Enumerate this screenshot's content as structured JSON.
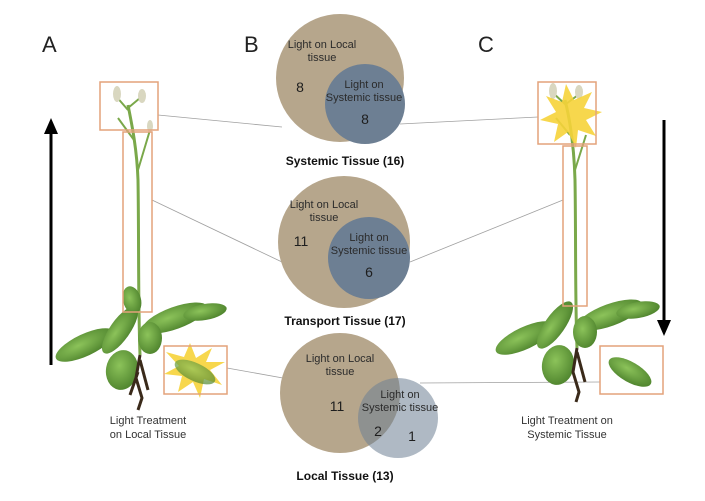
{
  "panels": {
    "a": "A",
    "b": "B",
    "c": "C"
  },
  "venn": [
    {
      "title": "Systemic Tissue (16)",
      "set_a_label": [
        "Light on Local",
        "tissue"
      ],
      "set_b_label": [
        "Light on",
        "Systemic tissue"
      ],
      "only_a": "8",
      "overlap": "8",
      "only_b": ""
    },
    {
      "title": "Transport Tissue (17)",
      "set_a_label": [
        "Light on Local",
        "tissue"
      ],
      "set_b_label": [
        "Light on",
        "Systemic tissue"
      ],
      "only_a": "11",
      "overlap": "6",
      "only_b": ""
    },
    {
      "title": "Local Tissue (13)",
      "set_a_label": [
        "Light on Local",
        "tissue"
      ],
      "set_b_label": [
        "Light on",
        "Systemic tissue"
      ],
      "only_a": "11",
      "overlap": "2",
      "only_b": "1"
    }
  ],
  "captions": {
    "left": [
      "Light Treatment",
      "on Local Tissue"
    ],
    "right": [
      "Light Treatment on",
      "Systemic Tissue"
    ]
  },
  "colors": {
    "set_a": "#b6a68c",
    "set_b": "#6d7f93",
    "box": "#e3a27a",
    "burst": "#f6d33a",
    "leaf": "#5e9a3a",
    "connector": "#9a9a9a"
  }
}
